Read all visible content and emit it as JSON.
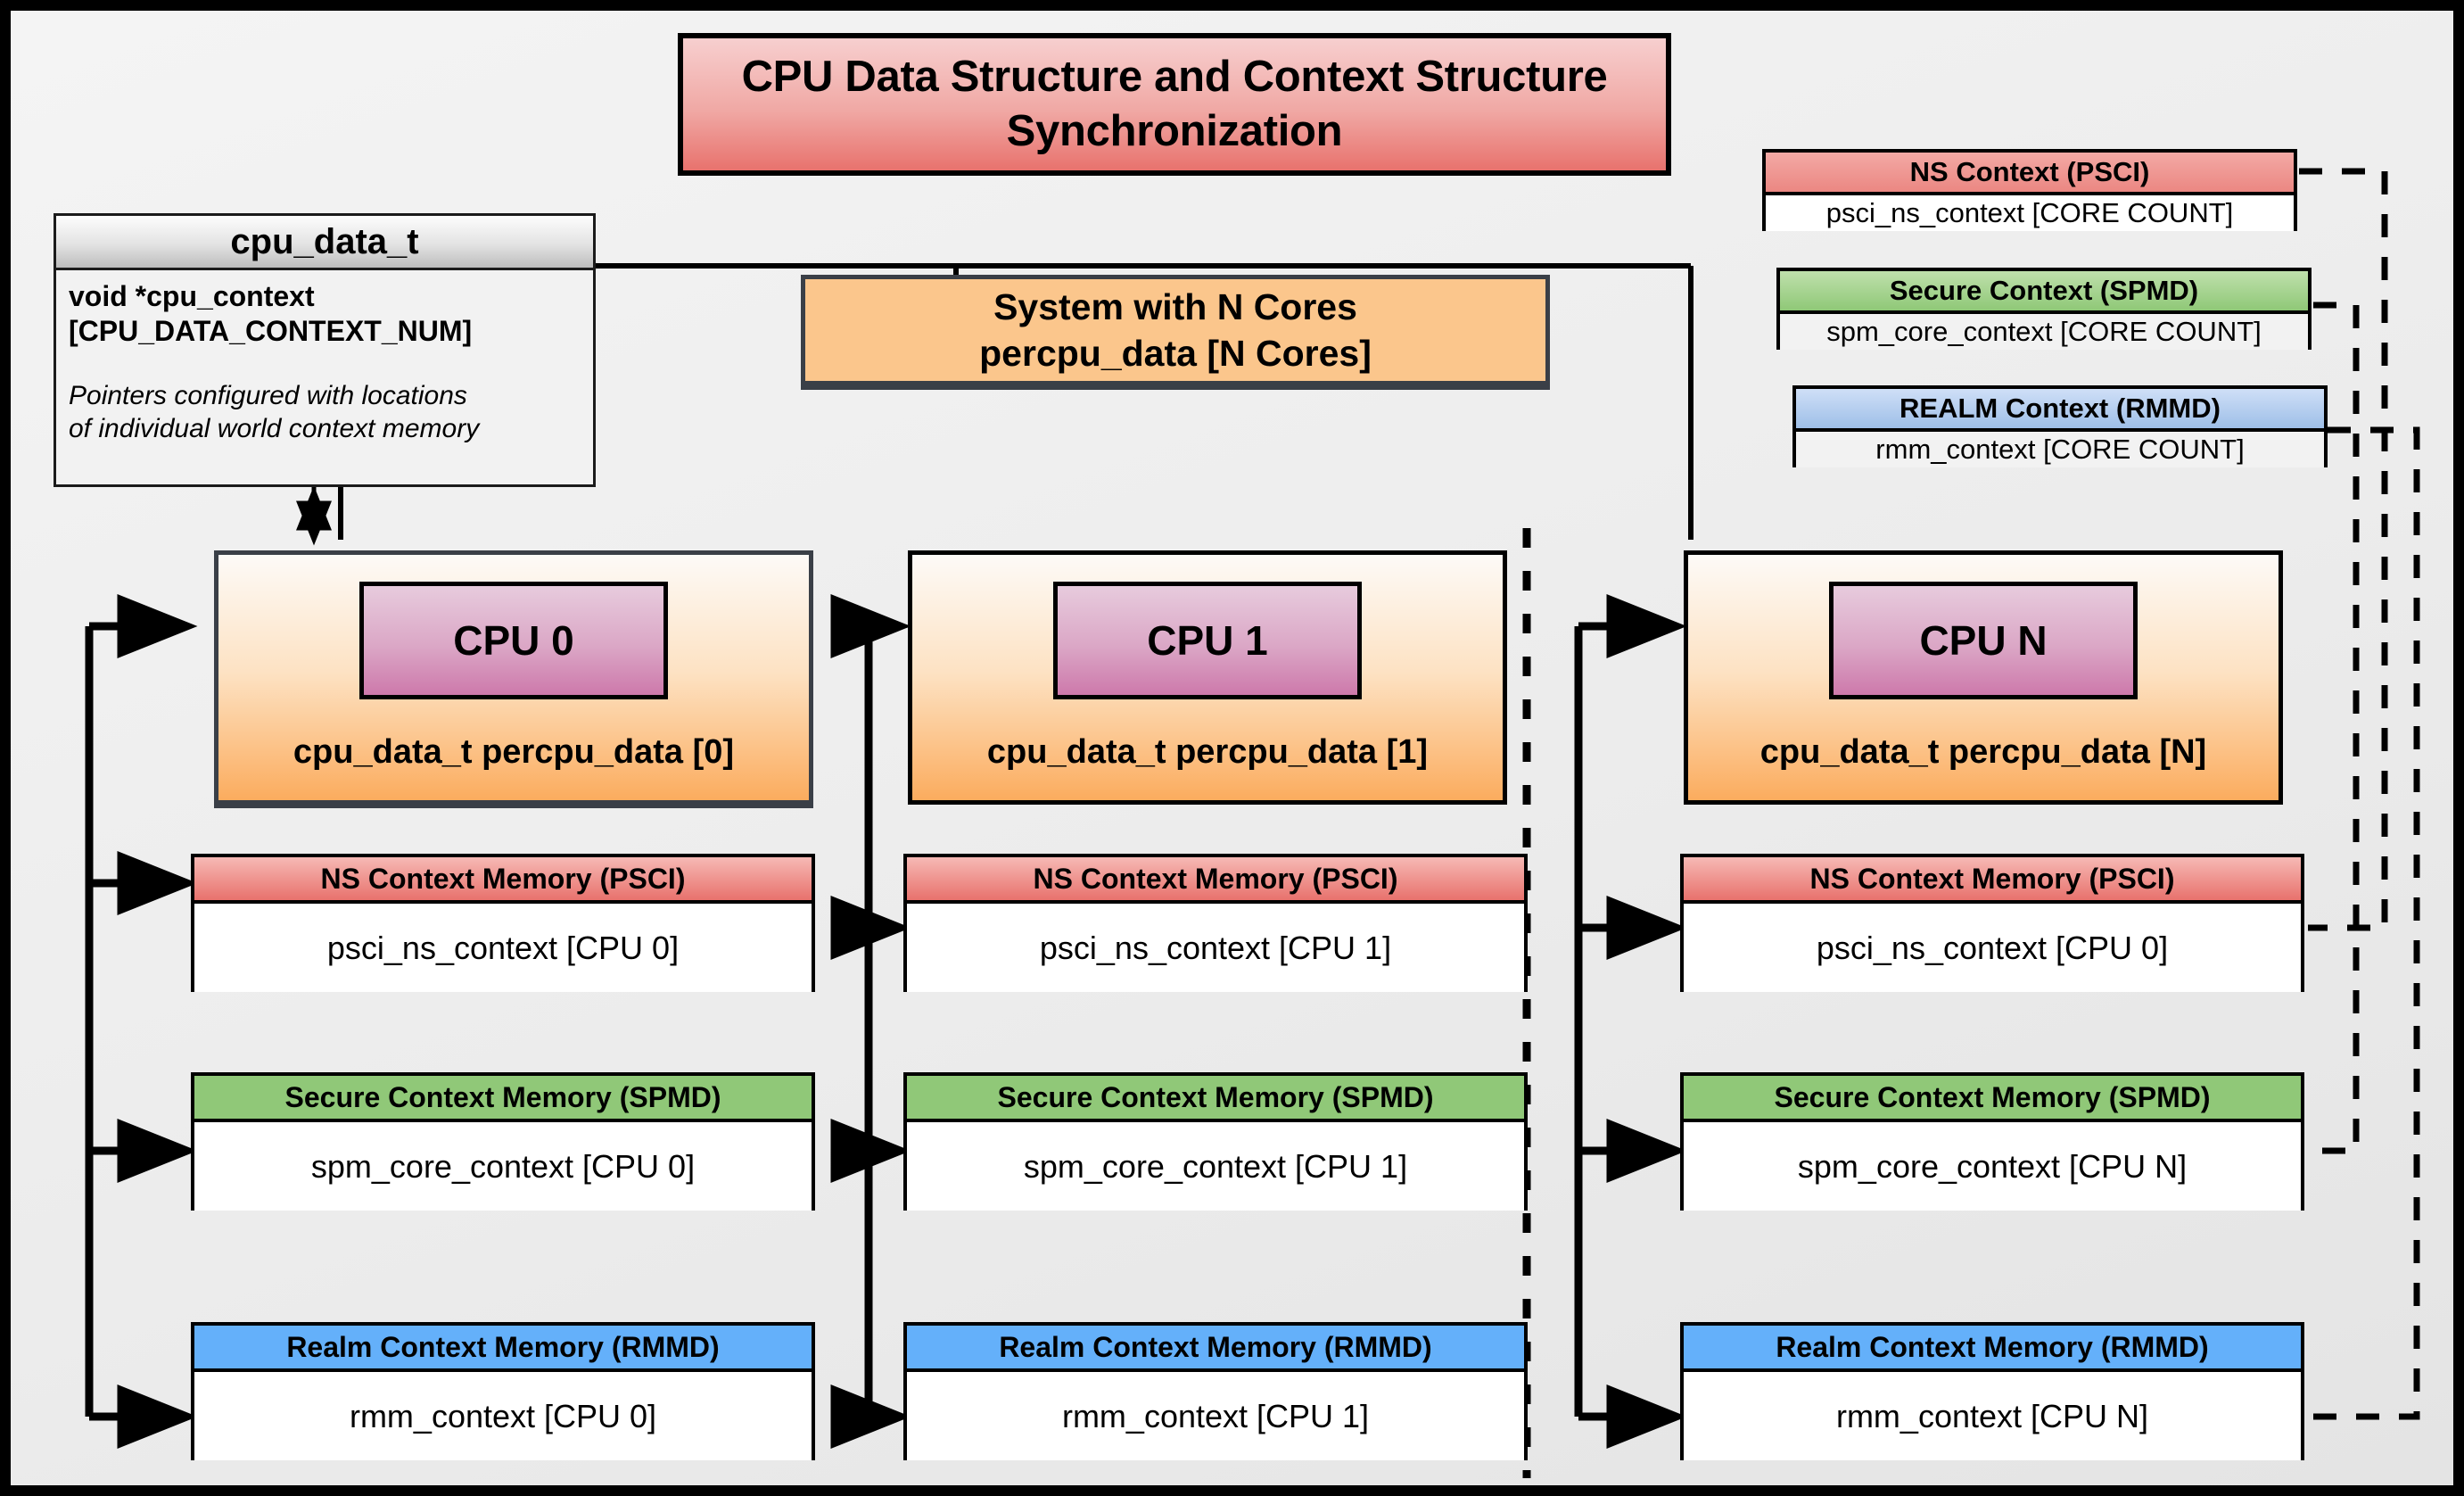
{
  "title": {
    "line1": "CPU Data Structure and Context Structure",
    "line2": "Synchronization"
  },
  "uml": {
    "name": "cpu_data_t",
    "field_line1": "void  *cpu_context",
    "field_line2": "[CPU_DATA_CONTEXT_NUM]",
    "note_line1": "Pointers configured with locations",
    "note_line2": "of individual world context memory"
  },
  "system": {
    "line1": "System with N Cores",
    "line2": "percpu_data [N Cores]"
  },
  "global_contexts": [
    {
      "header": "NS Context  (PSCI)",
      "body": "psci_ns_context [CORE COUNT]"
    },
    {
      "header": "Secure Context (SPMD)",
      "body": "spm_core_context [CORE COUNT]"
    },
    {
      "header": "REALM Context (RMMD)",
      "body": "rmm_context [CORE COUNT]"
    }
  ],
  "columns": [
    {
      "cpu_chip": "CPU 0",
      "cpu_label": "cpu_data_t percpu_data [0]",
      "memories": [
        {
          "header": "NS Context Memory (PSCI)",
          "body": "psci_ns_context [CPU 0]"
        },
        {
          "header": "Secure Context Memory (SPMD)",
          "body": "spm_core_context [CPU 0]"
        },
        {
          "header": "Realm Context Memory (RMMD)",
          "body": "rmm_context [CPU 0]"
        }
      ]
    },
    {
      "cpu_chip": "CPU 1",
      "cpu_label": "cpu_data_t percpu_data [1]",
      "memories": [
        {
          "header": "NS Context Memory (PSCI)",
          "body": "psci_ns_context [CPU 1]"
        },
        {
          "header": "Secure Context Memory (SPMD)",
          "body": "spm_core_context [CPU 1]"
        },
        {
          "header": "Realm Context Memory (RMMD)",
          "body": "rmm_context [CPU 1]"
        }
      ]
    },
    {
      "cpu_chip": "CPU N",
      "cpu_label": "cpu_data_t percpu_data [N]",
      "memories": [
        {
          "header": "NS Context Memory (PSCI)",
          "body": "psci_ns_context [CPU 0]"
        },
        {
          "header": "Secure Context Memory (SPMD)",
          "body": "spm_core_context [CPU N]"
        },
        {
          "header": "Realm Context Memory (RMMD)",
          "body": "rmm_context [CPU N]"
        }
      ]
    }
  ],
  "colors": {
    "ns_red": "#e8726d",
    "secure_green": "#90c878",
    "realm_blue": "#64b0fa",
    "cpu_orange": "#fbac5e",
    "cpu_chip_magenta": "#cd79ab",
    "title_red": "#ef9590",
    "canvas": "#ececec",
    "frame": "#000000"
  }
}
